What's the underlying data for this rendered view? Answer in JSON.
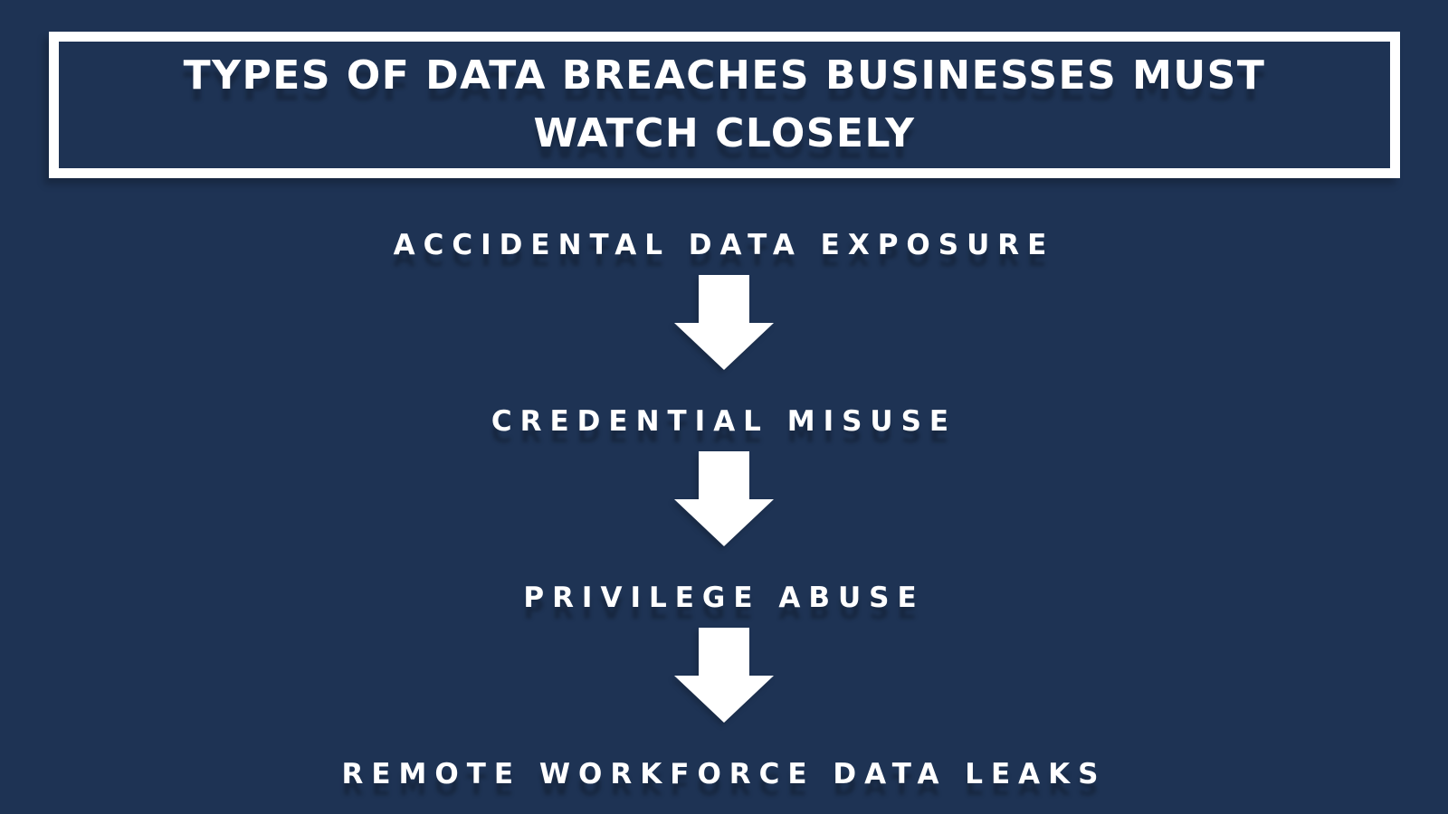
{
  "page": {
    "background_color": "#1e3354",
    "text_color": "#ffffff",
    "accent_color": "#ffffff"
  },
  "title": {
    "text": "TYPES OF DATA BREACHES BUSINESSES MUST WATCH CLOSELY"
  },
  "flow": {
    "items": [
      {
        "label": "ACCIDENTAL DATA EXPOSURE"
      },
      {
        "label": "CREDENTIAL MISUSE"
      },
      {
        "label": "PRIVILEGE ABUSE"
      },
      {
        "label": "REMOTE WORKFORCE DATA LEAKS"
      }
    ],
    "arrow_icon": "down-arrow",
    "arrow_color": "#ffffff"
  }
}
